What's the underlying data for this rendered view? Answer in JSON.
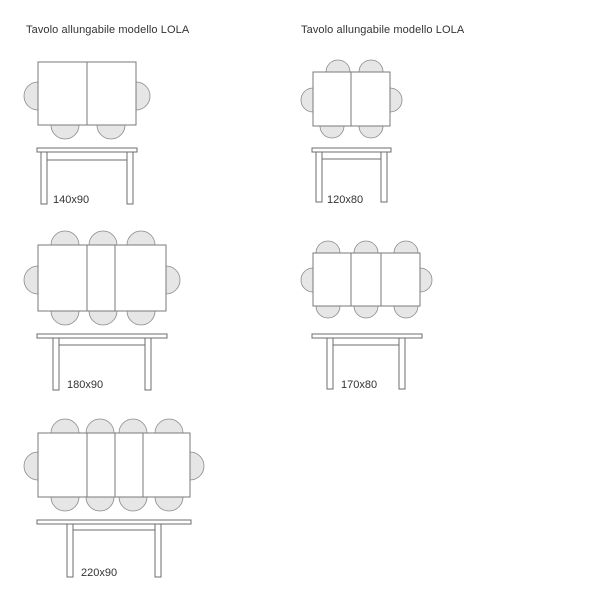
{
  "header": {
    "title_left": "Tavolo allungabile modello LOLA",
    "title_right": "Tavolo allungabile modello LOLA"
  },
  "sizes": {
    "a": "140x90",
    "b": "120x80",
    "c": "180x90",
    "d": "170x80",
    "e": "220x90"
  }
}
